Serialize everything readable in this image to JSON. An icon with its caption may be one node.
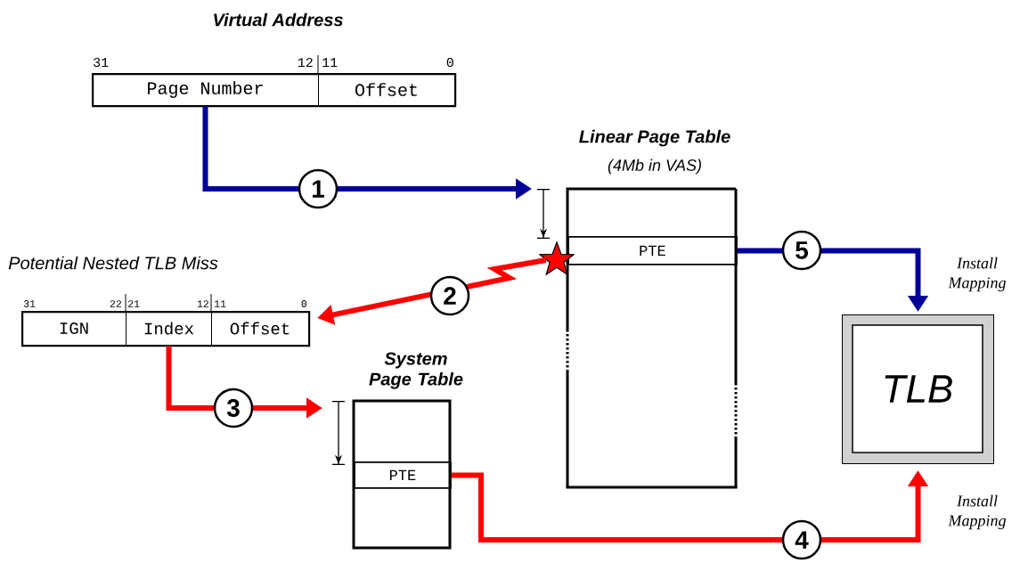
{
  "diagram": {
    "nodes": [
      {
        "text": [
          "Virtual Address"
        ]
      },
      {
        "text": [
          "Page Number"
        ],
        "in": 0
      },
      {
        "text": [
          "Offset"
        ],
        "in": 0
      },
      {
        "text": [
          "Linear Page Table",
          "(4Mb in VAS)"
        ]
      },
      {
        "text": [
          "PTE"
        ],
        "in": 3
      },
      {
        "text": [
          "Potential Nested TLB Miss"
        ]
      },
      {
        "text": [
          "IGN"
        ],
        "in": 5
      },
      {
        "text": [
          "Index"
        ],
        "in": 5
      },
      {
        "text": [
          "Offset"
        ],
        "in": 5
      },
      {
        "text": [
          "System Page Table"
        ]
      },
      {
        "text": [
          "PTE"
        ],
        "in": 9
      },
      {
        "text": [
          "TLB"
        ]
      },
      {
        "text": [],
        "shape": "star"
      }
    ],
    "edges": [
      {
        "from": 1,
        "to": 3,
        "arrow": "to",
        "label": "1",
        "color": "#000099"
      },
      {
        "from": 12,
        "to": 5,
        "arrow": "to",
        "label": "2",
        "color": "#ff0000"
      },
      {
        "from": 7,
        "to": 9,
        "arrow": "to",
        "label": "3",
        "color": "#ff0000"
      },
      {
        "from": 10,
        "to": 11,
        "arrow": "to",
        "label": "4",
        "color": "#ff0000"
      },
      {
        "from": 4,
        "to": 11,
        "arrow": "to",
        "label": "5",
        "color": "#000099"
      }
    ],
    "labels": [
      "31",
      "12",
      "11",
      "0",
      "Install Mapping",
      "31",
      "22",
      "21",
      "12",
      "11",
      "0",
      "Install Mapping"
    ]
  }
}
